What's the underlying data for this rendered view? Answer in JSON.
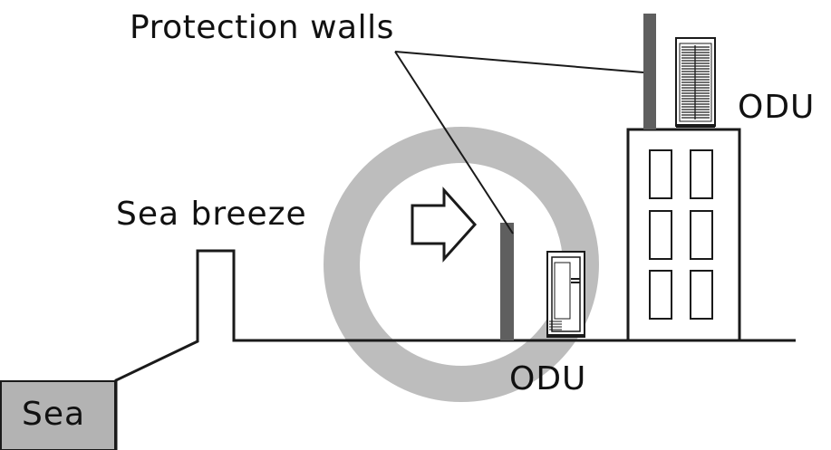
{
  "labels": {
    "protection_walls": "Protection walls",
    "sea_breeze": "Sea breeze",
    "sea": "Sea",
    "odu_rooftop": "ODU",
    "odu_ground": "ODU"
  },
  "colors": {
    "line": "#1a1a1a",
    "wall": "#5f5f5f",
    "ring": "#bdbdbd",
    "sea_fill": "#b3b3b3",
    "background": "#ffffff"
  },
  "icons": {
    "wind_arrow": "arrow-right-outline-icon",
    "outdoor_unit": "outdoor-unit-icon"
  }
}
